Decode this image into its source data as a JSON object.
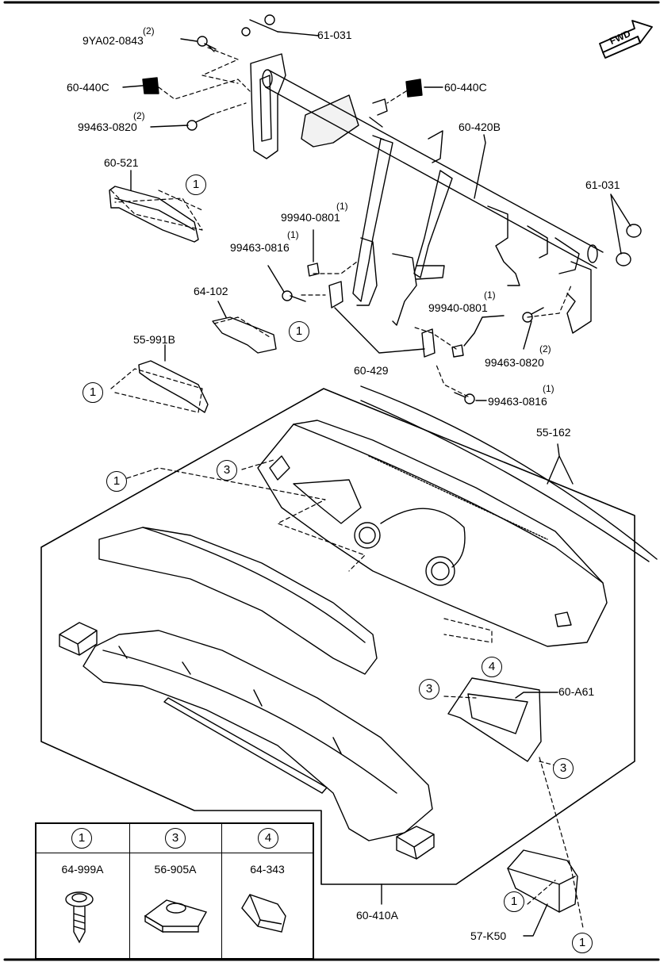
{
  "orientation_label": "FWD",
  "parts": {
    "bolt_9ya02": {
      "number": "9YA02-0843",
      "qty": "(2)"
    },
    "nut_61031_top": {
      "number": "61-031"
    },
    "clip_60440c_left": {
      "number": "60-440C"
    },
    "clip_60440c_right": {
      "number": "60-440C"
    },
    "bolt_99463_0820_left": {
      "number": "99463-0820",
      "qty": "(2)"
    },
    "member_60420b": {
      "number": "60-420B"
    },
    "bracket_60521": {
      "number": "60-521"
    },
    "cap_61031_right": {
      "number": "61-031"
    },
    "nut_99940_0801_top": {
      "number": "99940-0801",
      "qty": "(1)"
    },
    "bolt_99463_0816_top": {
      "number": "99463-0816",
      "qty": "(1)"
    },
    "bracket_64102": {
      "number": "64-102"
    },
    "nut_99940_0801_mid": {
      "number": "99940-0801",
      "qty": "(1)"
    },
    "bolt_99463_0820_right": {
      "number": "99463-0820",
      "qty": "(2)"
    },
    "bracket_60429": {
      "number": "60-429"
    },
    "bracket_55991b": {
      "number": "55-991B"
    },
    "bolt_99463_0816_bottom": {
      "number": "99463-0816",
      "qty": "(1)"
    },
    "molding_55162": {
      "number": "55-162"
    },
    "box_60a61": {
      "number": "60-A61"
    },
    "panel_60410a": {
      "number": "60-410A"
    },
    "airbag_57k50": {
      "number": "57-K50"
    }
  },
  "callouts": {
    "c1_a": "1",
    "c1_b": "1",
    "c1_c": "1",
    "c1_d": "1",
    "c1_e": "1",
    "c1_f": "1",
    "c3_a": "3",
    "c3_b": "3",
    "c3_c": "3",
    "c4_a": "4"
  },
  "legend": [
    {
      "callout": "1",
      "part_number": "64-999A",
      "icon": "screw-icon"
    },
    {
      "callout": "3",
      "part_number": "56-905A",
      "icon": "clip-nut-icon"
    },
    {
      "callout": "4",
      "part_number": "64-343",
      "icon": "clip-icon"
    }
  ],
  "colors": {
    "line": "#000000",
    "background": "#ffffff"
  }
}
